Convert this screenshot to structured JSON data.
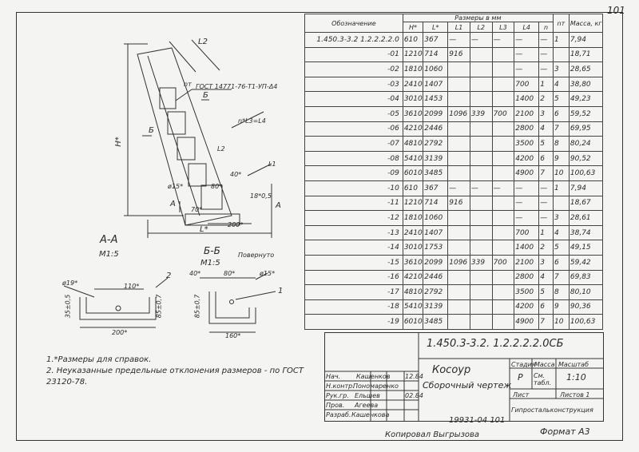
{
  "page_number": "101",
  "drawing": {
    "labels": {
      "l2": "L2",
      "h": "H*",
      "pin": "nт",
      "gost_bolt": "ГОСТ 14771-76-Т1-УП-Δ4",
      "b_mark": "Б",
      "n_l3": "n*L3=L4",
      "l1": "L1",
      "dim_40": "40*",
      "phi15": "ø15*",
      "dim_80": "80*",
      "dim_18": "18*0,5",
      "dim_70": "70*",
      "a_mark": "А",
      "dim_200": "200*",
      "l_star": "L*"
    },
    "section_aa": {
      "title": "А-А",
      "scale": "М1:5",
      "phi19": "ø19*",
      "dim_110": "110*",
      "item2": "2",
      "dim_35": "35±0,5",
      "dim_85": "85±0,7",
      "dim_200": "200*"
    },
    "section_bb": {
      "title": "Б-Б",
      "scale": "М1:5",
      "note": "Повернуто",
      "dim_40": "40*",
      "dim_80": "80*",
      "phi15": "ø15*",
      "item1": "1",
      "dim_85": "85±0,7",
      "dim_160": "160*"
    }
  },
  "spec": {
    "header_sizes": "Размеры в мм",
    "headers": [
      "Обозначение",
      "H*",
      "L*",
      "L1",
      "L2",
      "L3",
      "L4",
      "n",
      "nт",
      "Масса, кг"
    ],
    "rows": [
      {
        "d": "1.450.3-3.2 1.2.2.2.2.0",
        "h": "610",
        "l": "367",
        "l1": "—",
        "l2": "—",
        "l3": "—",
        "l4": "—",
        "n": "—",
        "nt": "1",
        "m": "7,94"
      },
      {
        "d": "-01",
        "h": "1210",
        "l": "714",
        "l1": "916",
        "l2": "",
        "l3": "",
        "l4": "—",
        "n": "—",
        "nt": "",
        "m": "18,71"
      },
      {
        "d": "-02",
        "h": "1810",
        "l": "1060",
        "l1": "",
        "l2": "",
        "l3": "",
        "l4": "—",
        "n": "—",
        "nt": "3",
        "m": "28,65"
      },
      {
        "d": "-03",
        "h": "2410",
        "l": "1407",
        "l1": "",
        "l2": "",
        "l3": "",
        "l4": "700",
        "n": "1",
        "nt": "4",
        "m": "38,80"
      },
      {
        "d": "-04",
        "h": "3010",
        "l": "1453",
        "l1": "",
        "l2": "",
        "l3": "",
        "l4": "1400",
        "n": "2",
        "nt": "5",
        "m": "49,23"
      },
      {
        "d": "-05",
        "h": "3610",
        "l": "2099",
        "l1": "1096",
        "l2": "339",
        "l3": "700",
        "l4": "2100",
        "n": "3",
        "nt": "6",
        "m": "59,52"
      },
      {
        "d": "-06",
        "h": "4210",
        "l": "2446",
        "l1": "",
        "l2": "",
        "l3": "",
        "l4": "2800",
        "n": "4",
        "nt": "7",
        "m": "69,95"
      },
      {
        "d": "-07",
        "h": "4810",
        "l": "2792",
        "l1": "",
        "l2": "",
        "l3": "",
        "l4": "3500",
        "n": "5",
        "nt": "8",
        "m": "80,24"
      },
      {
        "d": "-08",
        "h": "5410",
        "l": "3139",
        "l1": "",
        "l2": "",
        "l3": "",
        "l4": "4200",
        "n": "6",
        "nt": "9",
        "m": "90,52"
      },
      {
        "d": "-09",
        "h": "6010",
        "l": "3485",
        "l1": "",
        "l2": "",
        "l3": "",
        "l4": "4900",
        "n": "7",
        "nt": "10",
        "m": "100,63"
      },
      {
        "d": "-10",
        "h": "610",
        "l": "367",
        "l1": "—",
        "l2": "—",
        "l3": "—",
        "l4": "—",
        "n": "—",
        "nt": "1",
        "m": "7,94"
      },
      {
        "d": "-11",
        "h": "1210",
        "l": "714",
        "l1": "916",
        "l2": "",
        "l3": "",
        "l4": "—",
        "n": "—",
        "nt": "",
        "m": "18,67"
      },
      {
        "d": "-12",
        "h": "1810",
        "l": "1060",
        "l1": "",
        "l2": "",
        "l3": "",
        "l4": "—",
        "n": "—",
        "nt": "3",
        "m": "28,61"
      },
      {
        "d": "-13",
        "h": "2410",
        "l": "1407",
        "l1": "",
        "l2": "",
        "l3": "",
        "l4": "700",
        "n": "1",
        "nt": "4",
        "m": "38,74"
      },
      {
        "d": "-14",
        "h": "3010",
        "l": "1753",
        "l1": "",
        "l2": "",
        "l3": "",
        "l4": "1400",
        "n": "2",
        "nt": "5",
        "m": "49,15"
      },
      {
        "d": "-15",
        "h": "3610",
        "l": "2099",
        "l1": "1096",
        "l2": "339",
        "l3": "700",
        "l4": "2100",
        "n": "3",
        "nt": "6",
        "m": "59,42"
      },
      {
        "d": "-16",
        "h": "4210",
        "l": "2446",
        "l1": "",
        "l2": "",
        "l3": "",
        "l4": "2800",
        "n": "4",
        "nt": "7",
        "m": "69,83"
      },
      {
        "d": "-17",
        "h": "4810",
        "l": "2792",
        "l1": "",
        "l2": "",
        "l3": "",
        "l4": "3500",
        "n": "5",
        "nt": "8",
        "m": "80,10"
      },
      {
        "d": "-18",
        "h": "5410",
        "l": "3139",
        "l1": "",
        "l2": "",
        "l3": "",
        "l4": "4200",
        "n": "6",
        "nt": "9",
        "m": "90,36"
      },
      {
        "d": "-19",
        "h": "6010",
        "l": "3485",
        "l1": "",
        "l2": "",
        "l3": "",
        "l4": "4900",
        "n": "7",
        "nt": "10",
        "m": "100,63"
      }
    ]
  },
  "notes": [
    "1.*Размеры для справок.",
    "2. Неуказанные предельные отклонения размеров - по ГОСТ 23120-78."
  ],
  "title_block": {
    "code": "1.450.3-3.2. 1.2.2.2.2.0СБ",
    "name": "Косоур",
    "doc_type": "Сборочный чертеж",
    "stage_label": "Стадия",
    "mass_label": "Масса",
    "scale_label": "Масштаб",
    "stage": "Р",
    "mass": "См. табл.",
    "scale": "1:10",
    "sheet": "Лист",
    "sheets": "Листов 1",
    "org": "Гипростальконструкция",
    "roles": [
      "Нач.",
      "Н.контр.",
      "Рук.гр.",
      "Пров.",
      "Разраб."
    ],
    "names": [
      "Кашенков",
      "Пономаренко",
      "Ельшев",
      "Агеева",
      "Кашенкова"
    ],
    "dates": [
      "12.84",
      "",
      "02.84",
      "",
      ""
    ],
    "stamp": "19931-04  101",
    "copied": "Копировал Выгрызова",
    "format": "Формат А3"
  }
}
